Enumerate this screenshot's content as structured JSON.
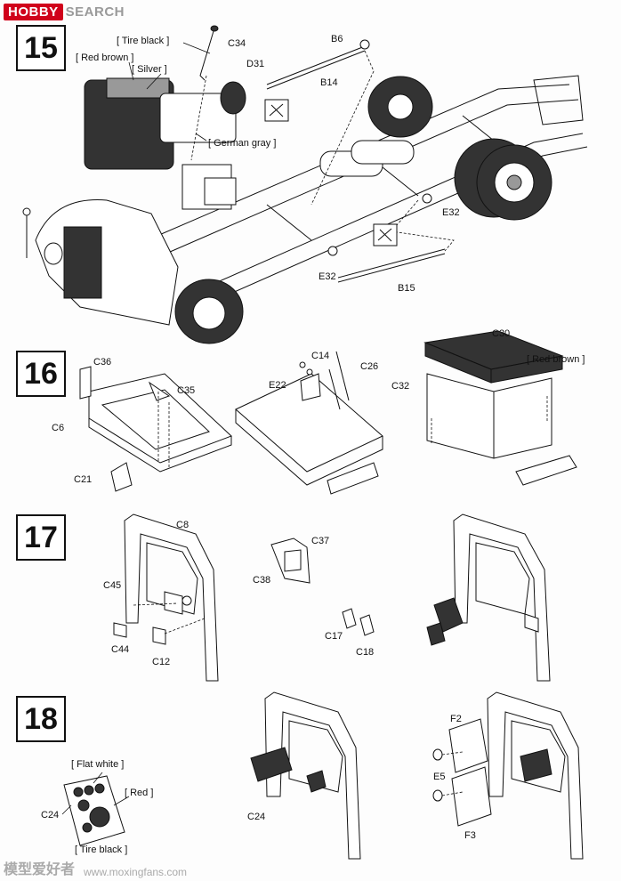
{
  "header": {
    "logo_part1": "HOBBY",
    "logo_part2": "SEARCH"
  },
  "footer": {
    "watermark_cn": "模型爱好者",
    "watermark_url": "www.moxingfans.com"
  },
  "steps": [
    "15",
    "16",
    "17",
    "18"
  ],
  "step15": {
    "tire_black": "[ Tire black ]",
    "c34": "C34",
    "red_brown": "[ Red brown ]",
    "silver": "[ Silver ]",
    "d31": "D31",
    "b6": "B6",
    "b14": "B14",
    "german_gray": "[ German gray ]",
    "e32_a": "E32",
    "e32_b": "E32",
    "b15": "B15"
  },
  "step16": {
    "c36": "C36",
    "c35": "C35",
    "c6": "C6",
    "c21": "C21",
    "c14": "C14",
    "c26": "C26",
    "e22": "E22",
    "c30": "C30",
    "red_brown": "[ Red brown ]",
    "c32": "C32"
  },
  "step17": {
    "c8": "C8",
    "c37": "C37",
    "c38": "C38",
    "c45": "C45",
    "c44": "C44",
    "c12": "C12",
    "c17": "C17",
    "c18": "C18"
  },
  "step18": {
    "flat_white": "[ Flat white ]",
    "red": "[ Red ]",
    "c24_a": "C24",
    "tire_black": "[ Tire black ]",
    "c24_b": "C24",
    "f2": "F2",
    "e5": "E5",
    "f3": "F3"
  }
}
